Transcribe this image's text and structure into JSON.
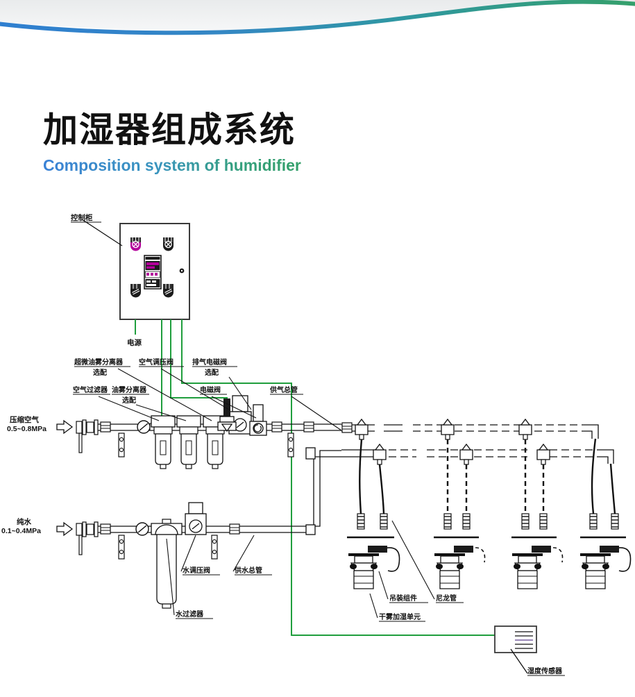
{
  "header": {
    "title_cn": "加湿器组成系统",
    "title_en": "Composition system of humidifier",
    "wave_color_left": "#2f7fd0",
    "wave_color_right": "#35a06a"
  },
  "diagram": {
    "title": "加湿器组成系统",
    "wire_color": "#1f9e3d",
    "line_color": "#111111",
    "cabinet": {
      "label": "控制柜",
      "power_label": "电源",
      "accent_color": "#b3009a"
    },
    "air_line": {
      "inlet_label_1": "压缩空气",
      "inlet_label_2": "0.5~0.8MPa",
      "components": [
        {
          "name": "air-filter",
          "label": "空气过滤器",
          "sub": ""
        },
        {
          "name": "oil-mist-separator",
          "label": "油雾分离器",
          "sub": "选配"
        },
        {
          "name": "ultra-fine-oil-mist-separator",
          "label": "超微油雾分离器",
          "sub": "选配"
        },
        {
          "name": "air-pressure-regulator",
          "label": "空气调压阀",
          "sub": ""
        },
        {
          "name": "solenoid-valve",
          "label": "电磁阀",
          "sub": ""
        },
        {
          "name": "exhaust-solenoid-valve",
          "label": "排气电磁阀",
          "sub": "选配"
        },
        {
          "name": "air-supply-main-pipe",
          "label": "供气总管",
          "sub": ""
        }
      ]
    },
    "water_line": {
      "inlet_label_1": "纯水",
      "inlet_label_2": "0.1~0.4MPa",
      "components": [
        {
          "name": "water-filter",
          "label": "水过滤器",
          "sub": ""
        },
        {
          "name": "water-pressure-regulator",
          "label": "水调压阀",
          "sub": ""
        },
        {
          "name": "water-supply-main-pipe",
          "label": "供水总管",
          "sub": ""
        }
      ]
    },
    "units": {
      "count": 4,
      "hanging_assembly_label": "吊装组件",
      "nylon_tube_label": "尼龙管",
      "dry_fog_unit_label": "干雾加湿单元"
    },
    "sensor": {
      "label": "湿度传感器"
    }
  }
}
